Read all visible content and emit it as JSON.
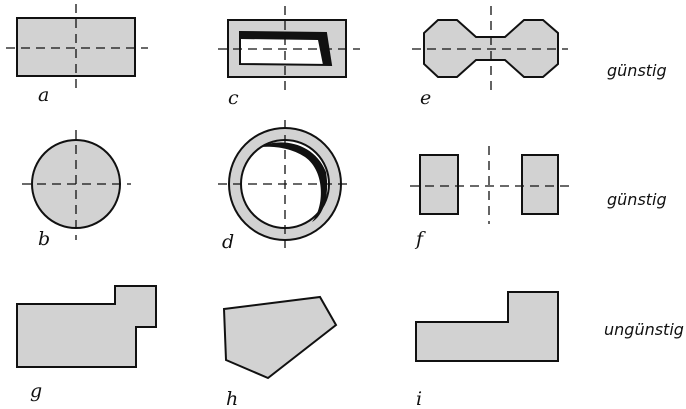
{
  "figures": {
    "a": {
      "label": "a"
    },
    "b": {
      "label": "b"
    },
    "c": {
      "label": "c"
    },
    "d": {
      "label": "d"
    },
    "e": {
      "label": "e"
    },
    "f": {
      "label": "f"
    },
    "g": {
      "label": "g"
    },
    "h": {
      "label": "h"
    },
    "i": {
      "label": "i"
    }
  },
  "ratings": [
    "günstig",
    "günstig",
    "ungünstig"
  ],
  "colors": {
    "fill": "#d2d2d2",
    "outline": "#111111"
  }
}
